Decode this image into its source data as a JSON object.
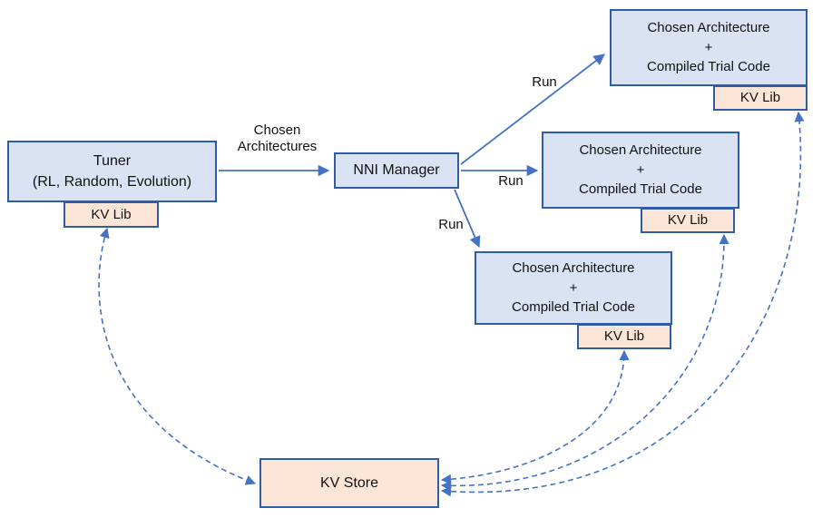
{
  "colors": {
    "box_fill": "#dae3f3",
    "box_border": "#2e5ca6",
    "kv_fill": "#fbe5d6",
    "arrow": "#4472c4",
    "text": "#111111"
  },
  "nodes": {
    "tuner_line1": "Tuner",
    "tuner_line2": "(RL, Random, Evolution)",
    "kv_lib": "KV Lib",
    "nni_manager": "NNI Manager",
    "trial_line1": "Chosen Architecture",
    "trial_line2": "+",
    "trial_line3": "Compiled Trial Code",
    "kv_store": "KV Store"
  },
  "labels": {
    "chosen_line1": "Chosen",
    "chosen_line2": "Architectures",
    "run": "Run"
  }
}
